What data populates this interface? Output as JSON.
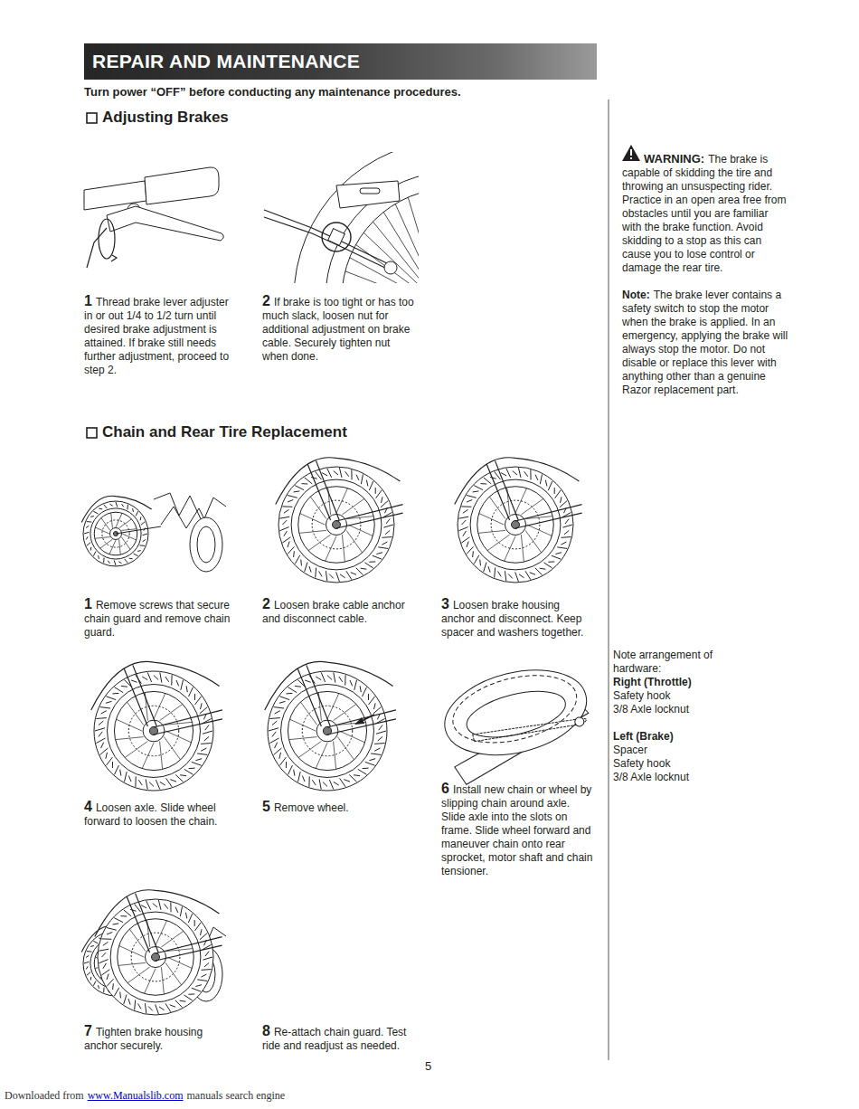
{
  "diagram": {
    "title": "REPAIR AND MAINTENANCE",
    "labels": [
      "Turn power “OFF” before conducting any maintenance procedures.",
      "Adjusting Brakes",
      "1",
      "Thread brake lever adjuster in or out 1/4 to 1/2 turn until desired brake adjustment is attained. If brake still needs further adjustment, proceed to step 2.",
      "2",
      "If brake is too tight or has too much slack, loosen nut for additional adjustment on brake cable. Securely tighten nut when done.",
      "WARNING:",
      "The brake is capable of skidding the tire and throwing an unsuspecting rider. Practice in an open area free from obstacles until you are familiar with the brake function. Avoid skidding to a stop as this can cause you to lose control or damage the rear tire.",
      "Note:",
      "The brake lever contains a safety switch to stop the motor when the brake is applied. In an emergency, applying the brake will always stop the motor. Do not disable or replace this lever with anything other than a genuine Razor replacement part.",
      "Chain and Rear Tire Replacement",
      "1",
      "Remove screws that secure chain guard and remove chain guard.",
      "2",
      "Loosen brake cable anchor and disconnect cable.",
      "3",
      "Loosen brake housing anchor and disconnect. Keep spacer and washers together.",
      "4",
      "Loosen axle. Slide wheel forward to loosen the chain.",
      "5",
      "Remove wheel.",
      "6",
      "Install new chain or wheel by slipping chain around axle. Slide axle into the slots on frame. Slide wheel forward and maneuver chain onto rear sprocket, motor shaft and chain tensioner.",
      "7",
      "Tighten brake housing anchor securely.",
      "8",
      "Re-attach chain guard. Test ride and readjust as needed.",
      "Note arrangement of hardware:",
      "Right (Throttle)",
      "Safety hook",
      "3/8 Axle locknut",
      "Left (Brake)",
      "Spacer",
      "Safety hook",
      "3/8 Axle locknut",
      "5",
      "Downloaded from",
      "www.Manualslib.com",
      "manuals search engine"
    ]
  }
}
